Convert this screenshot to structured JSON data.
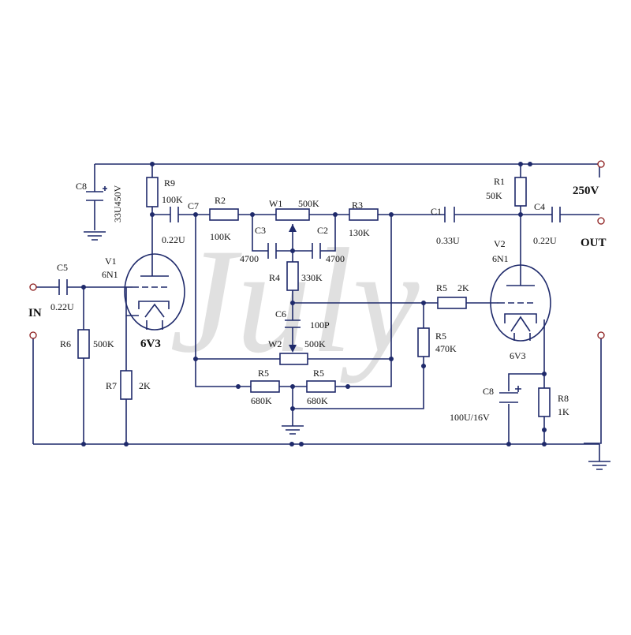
{
  "colors": {
    "wire": "#1f2a6b",
    "terminal": "#8b1a1a",
    "watermark": "#bcbcbc"
  },
  "watermark": "July",
  "labels": {
    "c8_top_name": "C8",
    "c8_top_value": "33U450V",
    "r9_name": "R9",
    "r9_value": "100K",
    "c7_name": "C7",
    "c7_value": "0.22U",
    "r2_name": "R2",
    "r2_value": "100K",
    "w1_name": "W1",
    "w1_value": "500K",
    "r3_name": "R3",
    "r3_value": "130K",
    "c3_name": "C3",
    "c3_value": "4700",
    "c2_name": "C2",
    "c2_value": "4700",
    "r4_name": "R4",
    "r4_value": "330K",
    "c6_name": "C6",
    "c6_value": "100P",
    "w2_name": "W2",
    "w2_value": "500K",
    "r5a_name": "R5",
    "r5a_value": "680K",
    "r5b_name": "R5",
    "r5b_value": "680K",
    "r5c_name": "R5",
    "r5c_value": "470K",
    "r5d_name": "R5",
    "r5d_value": "2K",
    "c5_name": "C5",
    "c5_value": "0.22U",
    "v1_name": "V1",
    "v1_type": "6N1",
    "v1_heater": "6V3",
    "r6_name": "R6",
    "r6_value": "500K",
    "r7_name": "R7",
    "r7_value": "2K",
    "c1_name": "C1",
    "c1_value": "0.33U",
    "r1_name": "R1",
    "r1_value": "50K",
    "c4_name": "C4",
    "c4_value": "0.22U",
    "v2_name": "V2",
    "v2_type": "6N1",
    "v2_heater": "6V3",
    "c8_bot_name": "C8",
    "c8_bot_value": "100U/16V",
    "r8_name": "R8",
    "r8_value": "1K",
    "in_label": "IN",
    "out_label": "OUT",
    "supply_label": "250V"
  }
}
